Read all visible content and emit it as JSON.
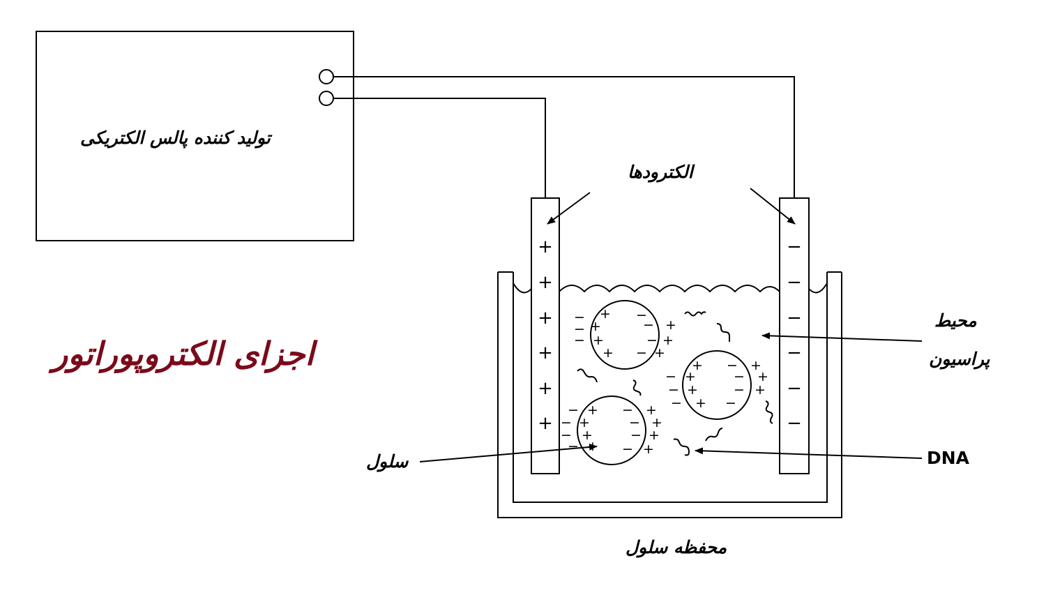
{
  "title": "اجزای الکتروپوراتور",
  "labels": {
    "generator": "تولید کننده پالس الکتریکی",
    "electrodes": "الکترودها",
    "medium_line1": "محیط",
    "medium_line2": "پراسیون",
    "dna": "DNA",
    "cell": "سلول",
    "chamber": "محفظه سلول"
  },
  "symbols": {
    "plus": "+",
    "minus": "−"
  },
  "colors": {
    "title": "#7a0a1a",
    "line": "#000000"
  }
}
